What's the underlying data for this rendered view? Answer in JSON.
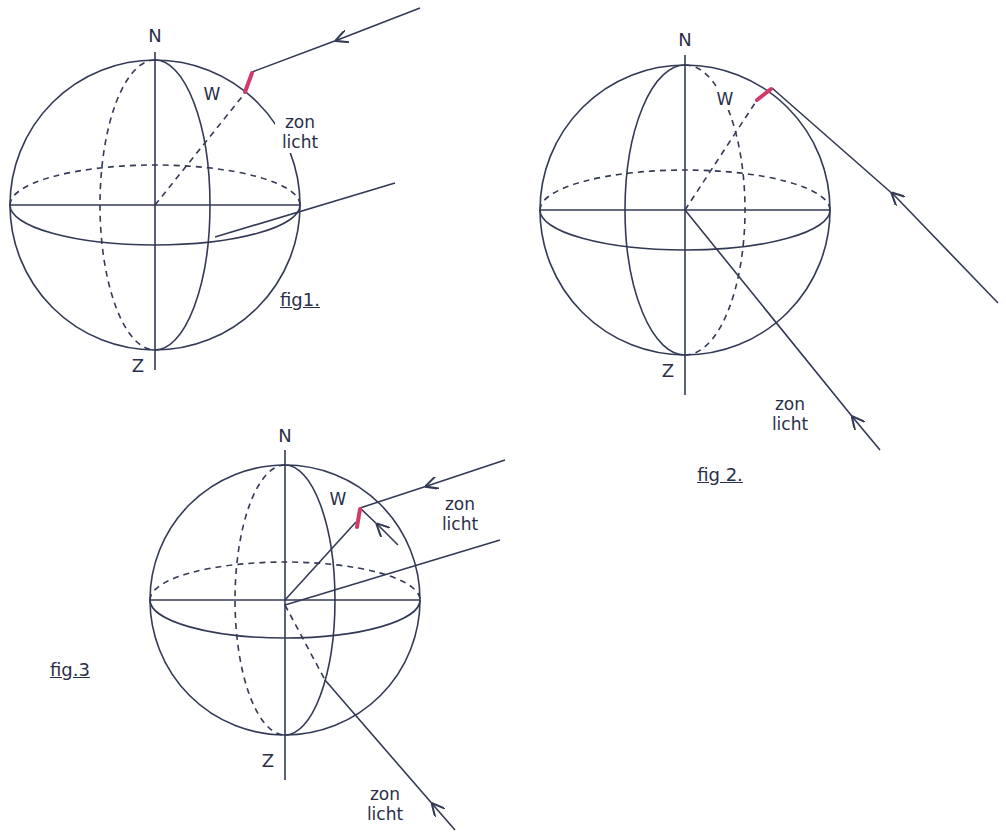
{
  "diagram": {
    "labels": [
      "N",
      "W",
      "zon licht",
      "Z",
      "fig1.",
      "N",
      "W",
      "Z",
      "zon licht",
      "fig 2.",
      "N",
      "W",
      "zon licht",
      "Z",
      "zon licht",
      "fig.3"
    ]
  }
}
